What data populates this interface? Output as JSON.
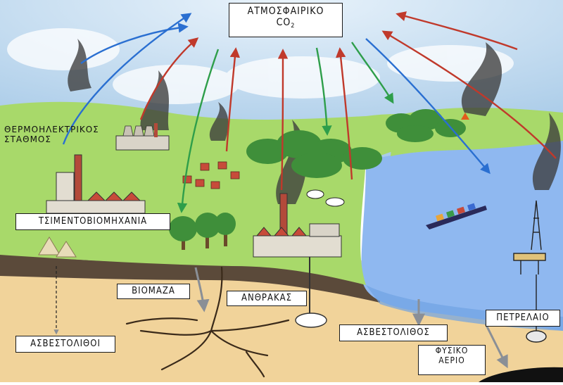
{
  "diagram": {
    "atmosphere": {
      "line1": "ΑΤΜΟΣΦΑΙΡΙΚΟ",
      "co2_main": "CO",
      "co2_sub": "2"
    },
    "labels": {
      "power_station_line1": "ΘΕΡΜΟΗΛΕΚΤΡΙΚΟΣ",
      "power_station_line2": "ΣΤΑΘΜΟΣ",
      "cement_industry": "ΤΣΙΜΕΝΤΟΒΙΟΜΗΧΑΝΙΑ",
      "biomass": "ΒΙΟΜΑΖΑ",
      "coal": "ΑΝΘΡΑΚΑΣ",
      "limestones": "ΑΣΒΕΣΤΟΛΙΘΟΙ",
      "limestone": "ΑΣΒΕΣΤΟΛΙΘΟΣ",
      "petroleum": "ΠΕΤΡΕΛΑΙΟ",
      "natural_gas_line1": "ΦΥΣΙΚΟ",
      "natural_gas_line2": "ΑΕΡΙΟ"
    },
    "colors": {
      "emission_arrow": "#c0392b",
      "absorption_arrow": "#2e9e4a",
      "ocean_arrow": "#2a6fd1",
      "sky": "#bcd8ee",
      "land": "#a8d96a",
      "ocean": "#8fb8f0",
      "ground": "#f1d39a"
    }
  }
}
